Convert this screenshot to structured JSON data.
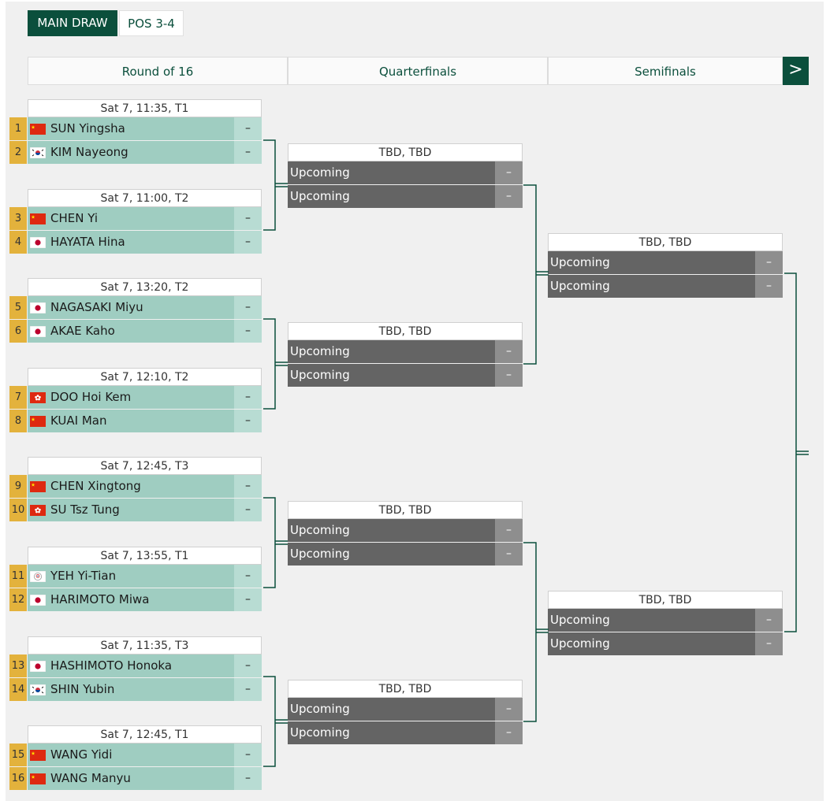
{
  "tabs": {
    "main": "MAIN DRAW",
    "pos": "POS 3-4"
  },
  "rounds": {
    "r16": "Round of 16",
    "qf": "Quarterfinals",
    "sf": "Semifinals",
    "next": ">"
  },
  "r16_matches": [
    {
      "date": "Sat 7, 11:35, T1",
      "players": [
        {
          "seed": "1",
          "name": "SUN Yingsha",
          "flag": "china-flag-icon",
          "score": "–"
        },
        {
          "seed": "2",
          "name": "KIM Nayeong",
          "flag": "korea-flag-icon",
          "score": "–"
        }
      ]
    },
    {
      "date": "Sat 7, 11:00, T2",
      "players": [
        {
          "seed": "3",
          "name": "CHEN Yi",
          "flag": "china-flag-icon",
          "score": "–"
        },
        {
          "seed": "4",
          "name": "HAYATA Hina",
          "flag": "japan-flag-icon",
          "score": "–"
        }
      ]
    },
    {
      "date": "Sat 7, 13:20, T2",
      "players": [
        {
          "seed": "5",
          "name": "NAGASAKI Miyu",
          "flag": "japan-flag-icon",
          "score": "–"
        },
        {
          "seed": "6",
          "name": "AKAE Kaho",
          "flag": "japan-flag-icon",
          "score": "–"
        }
      ]
    },
    {
      "date": "Sat 7, 12:10, T2",
      "players": [
        {
          "seed": "7",
          "name": "DOO Hoi Kem",
          "flag": "hong-kong-flag-icon",
          "score": "–"
        },
        {
          "seed": "8",
          "name": "KUAI Man",
          "flag": "china-flag-icon",
          "score": "–"
        }
      ]
    },
    {
      "date": "Sat 7, 12:45, T3",
      "players": [
        {
          "seed": "9",
          "name": "CHEN Xingtong",
          "flag": "china-flag-icon",
          "score": "–"
        },
        {
          "seed": "10",
          "name": "SU Tsz Tung",
          "flag": "hong-kong-flag-icon",
          "score": "–"
        }
      ]
    },
    {
      "date": "Sat 7, 13:55, T1",
      "players": [
        {
          "seed": "11",
          "name": "YEH Yi-Tian",
          "flag": "chinese-taipei-flag-icon",
          "score": "–"
        },
        {
          "seed": "12",
          "name": "HARIMOTO Miwa",
          "flag": "japan-flag-icon",
          "score": "–"
        }
      ]
    },
    {
      "date": "Sat 7, 11:35, T3",
      "players": [
        {
          "seed": "13",
          "name": "HASHIMOTO Honoka",
          "flag": "japan-flag-icon",
          "score": "–"
        },
        {
          "seed": "14",
          "name": "SHIN Yubin",
          "flag": "korea-flag-icon",
          "score": "–"
        }
      ]
    },
    {
      "date": "Sat 7, 12:45, T1",
      "players": [
        {
          "seed": "15",
          "name": "WANG Yidi",
          "flag": "china-flag-icon",
          "score": "–"
        },
        {
          "seed": "16",
          "name": "WANG Manyu",
          "flag": "china-flag-icon",
          "score": "–"
        }
      ]
    }
  ],
  "qf_matches": [
    {
      "date": "TBD, TBD",
      "slots": [
        {
          "label": "Upcoming",
          "score": "–"
        },
        {
          "label": "Upcoming",
          "score": "–"
        }
      ]
    },
    {
      "date": "TBD, TBD",
      "slots": [
        {
          "label": "Upcoming",
          "score": "–"
        },
        {
          "label": "Upcoming",
          "score": "–"
        }
      ]
    },
    {
      "date": "TBD, TBD",
      "slots": [
        {
          "label": "Upcoming",
          "score": "–"
        },
        {
          "label": "Upcoming",
          "score": "–"
        }
      ]
    },
    {
      "date": "TBD, TBD",
      "slots": [
        {
          "label": "Upcoming",
          "score": "–"
        },
        {
          "label": "Upcoming",
          "score": "–"
        }
      ]
    }
  ],
  "sf_matches": [
    {
      "date": "TBD, TBD",
      "slots": [
        {
          "label": "Upcoming",
          "score": "–"
        },
        {
          "label": "Upcoming",
          "score": "–"
        }
      ]
    },
    {
      "date": "TBD, TBD",
      "slots": [
        {
          "label": "Upcoming",
          "score": "–"
        },
        {
          "label": "Upcoming",
          "score": "–"
        }
      ]
    }
  ],
  "colors": {
    "brand": "#0b4f3c",
    "seed": "#e3b23c",
    "player_row": "#9fcdc1",
    "upcoming": "#646464"
  }
}
